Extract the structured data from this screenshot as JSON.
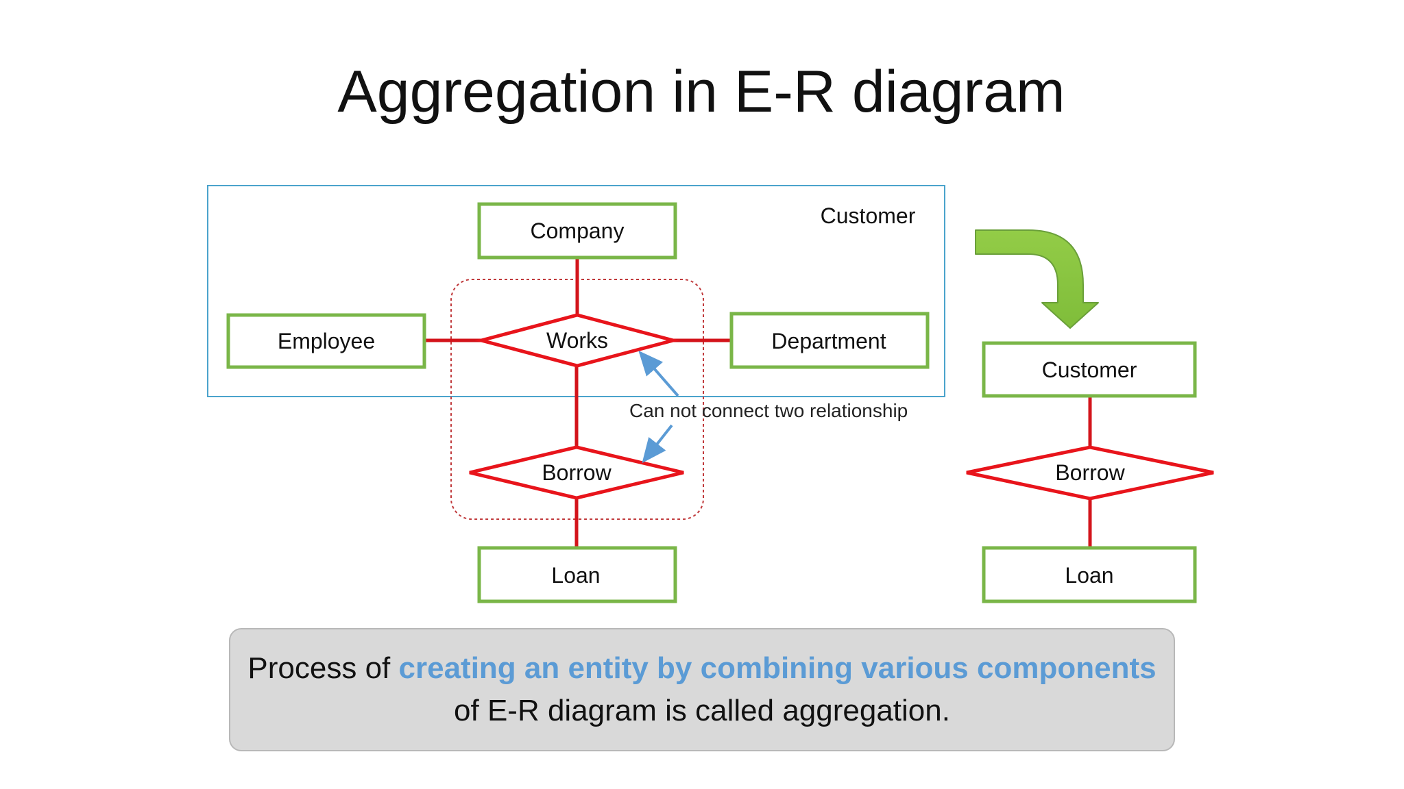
{
  "title": "Aggregation in E-R diagram",
  "left_diagram": {
    "aggregate_label": "Customer",
    "entities": {
      "company": "Company",
      "employee": "Employee",
      "department": "Department",
      "loan": "Loan"
    },
    "relationships": {
      "works": "Works",
      "borrow": "Borrow"
    },
    "annotation": "Can not connect two relationship"
  },
  "right_diagram": {
    "entities": {
      "customer": "Customer",
      "loan": "Loan"
    },
    "relationships": {
      "borrow": "Borrow"
    }
  },
  "caption": {
    "before": "Process of ",
    "highlight": "creating an entity by combining various components",
    "line2": "of E-R diagram is called aggregation."
  },
  "colors": {
    "entity_border": "#7ab648",
    "relationship_border": "#e8141b",
    "aggregate_border": "#4aa3cc",
    "highlight_text": "#5b9bd5",
    "big_arrow": "#8cc43f"
  }
}
